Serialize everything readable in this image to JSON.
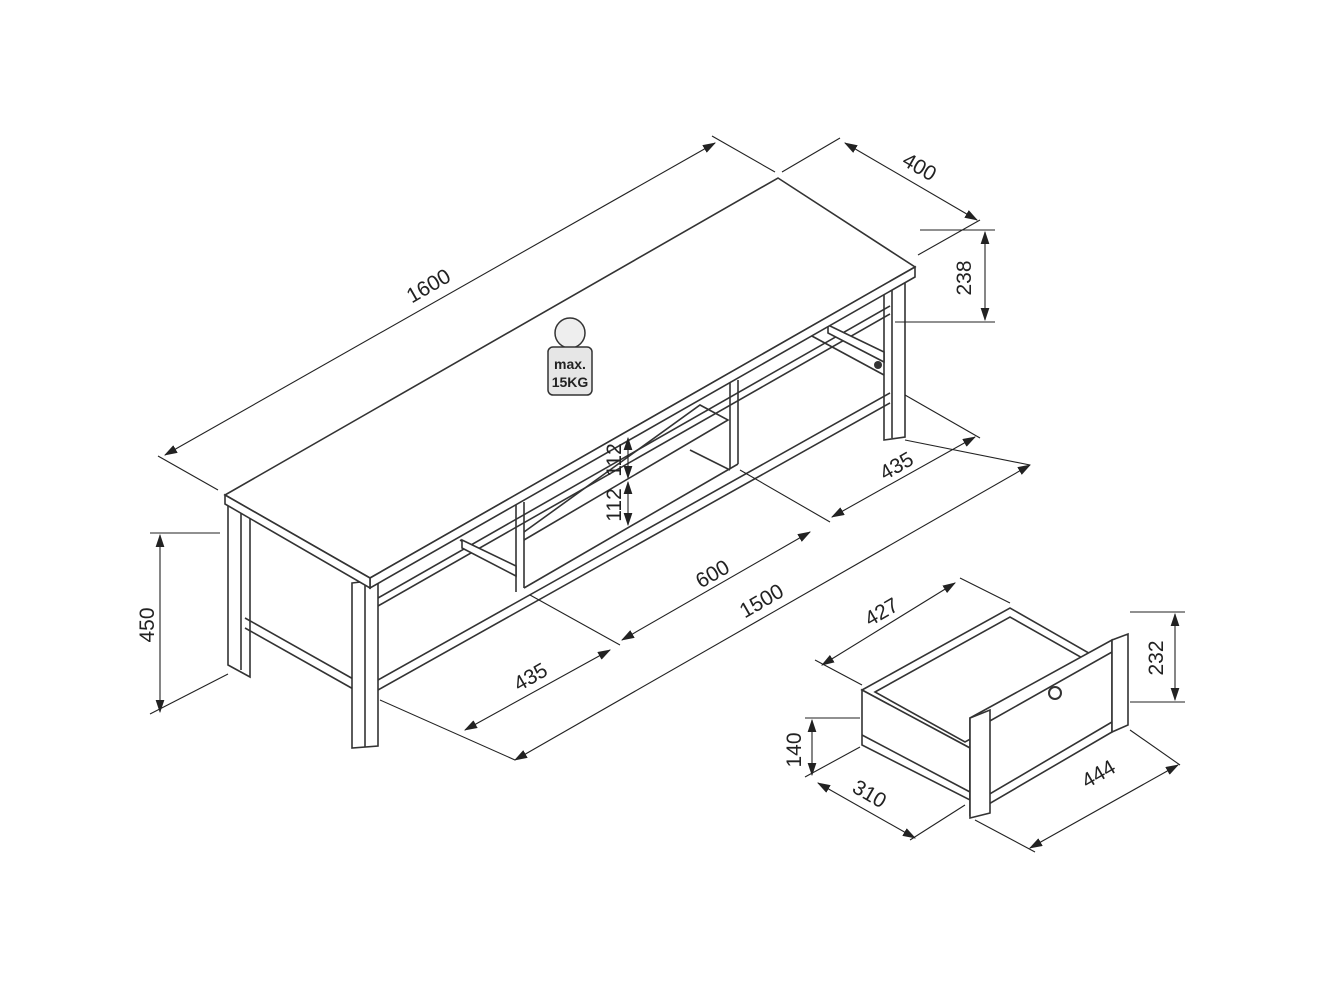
{
  "title": "TV stand dimension drawing",
  "weight_badge": {
    "line1": "max.",
    "line2": "15KG",
    "icon": "weight-icon"
  },
  "dimensions": {
    "length": "1600",
    "depth": "400",
    "top_height": "238",
    "total_height": "450",
    "shelf_upper": "112",
    "shelf_lower": "112",
    "right_compartment": "435",
    "middle_compartment": "600",
    "inner_width": "1500",
    "left_compartment": "435"
  },
  "drawer": {
    "width": "427",
    "front_height": "232",
    "box_height": "140",
    "depth": "310",
    "front_width": "444"
  }
}
